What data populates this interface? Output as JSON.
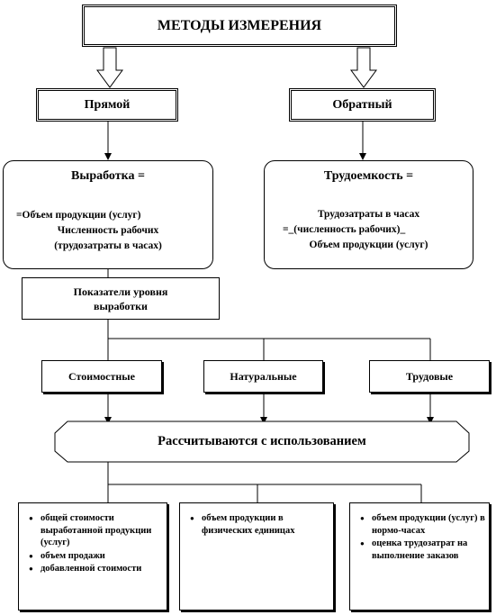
{
  "title": "МЕТОДЫ ИЗМЕРЕНИЯ",
  "direct": {
    "label": "Прямой",
    "formula_title": "Выработка =",
    "numerator": "=Объем продукции (услуг)",
    "denominator_1": "Численность рабочих",
    "denominator_2": "(трудозатраты в часах)"
  },
  "inverse": {
    "label": "Обратный",
    "formula_title": "Трудоемкость =",
    "numerator_1": "Трудозатраты в часах",
    "numerator_2": "=_(численность рабочих)_",
    "denominator": "Объем продукции (услуг)"
  },
  "indicators": {
    "line1": "Показатели уровня",
    "line2": "выработки"
  },
  "types": {
    "cost": "Стоимостные",
    "natural": "Натуральные",
    "labor": "Трудовые"
  },
  "calculated": "Рассчитываются с использованием",
  "lists": {
    "cost": [
      "общей стоимости выработанной продукции (услуг)",
      "объем продажи",
      "добавленной стоимости"
    ],
    "natural": [
      "объем продукции в физических единицах"
    ],
    "labor": [
      "объем продукции (услуг) в нормо-часах",
      "оценка трудозатрат на выполнение заказов"
    ]
  }
}
